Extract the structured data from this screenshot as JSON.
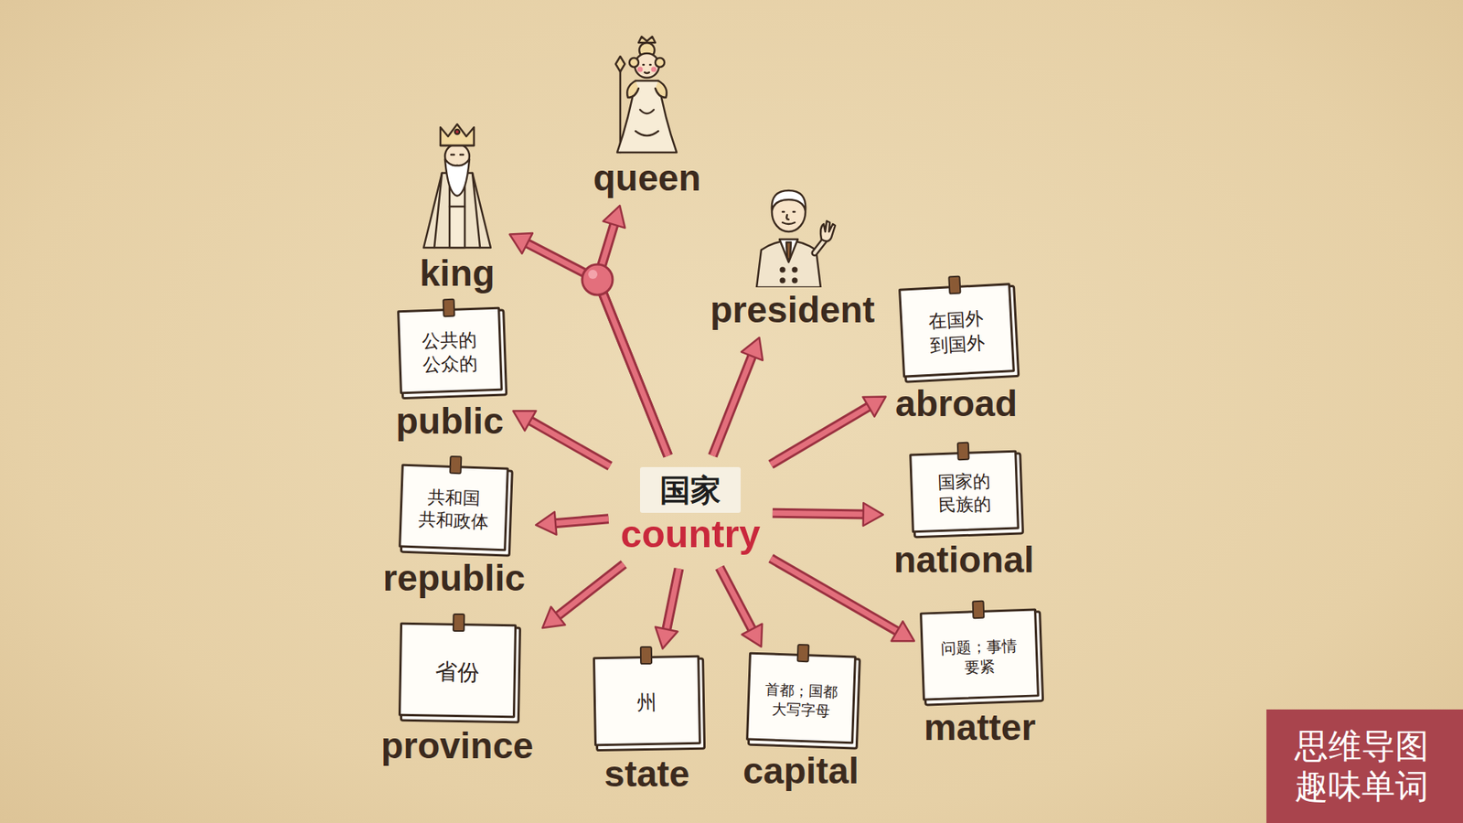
{
  "diagram": {
    "nodes": [
      {
        "text": [
          "国家",
          "country"
        ]
      },
      {
        "text": [
          "queen"
        ]
      },
      {
        "text": [
          "king"
        ]
      },
      {
        "text": [
          "president"
        ]
      },
      {
        "text": [
          "公共的 公众的",
          "public"
        ]
      },
      {
        "text": [
          "在国外 到国外",
          "abroad"
        ]
      },
      {
        "text": [
          "共和国 共和政体",
          "republic"
        ]
      },
      {
        "text": [
          "国家的 民族的",
          "national"
        ]
      },
      {
        "text": [
          "省份",
          "province"
        ]
      },
      {
        "text": [
          "州",
          "state"
        ]
      },
      {
        "text": [
          "首都；国都 大写字母",
          "capital"
        ]
      },
      {
        "text": [
          "问题；事情 要紧",
          "matter"
        ]
      }
    ],
    "edges": [
      {
        "from": 0,
        "to": 1,
        "arrow": "to"
      },
      {
        "from": 0,
        "to": 2,
        "arrow": "to"
      },
      {
        "from": 0,
        "to": 3,
        "arrow": "to"
      },
      {
        "from": 0,
        "to": 4,
        "arrow": "to"
      },
      {
        "from": 0,
        "to": 5,
        "arrow": "to"
      },
      {
        "from": 0,
        "to": 6,
        "arrow": "to"
      },
      {
        "from": 0,
        "to": 7,
        "arrow": "to"
      },
      {
        "from": 0,
        "to": 8,
        "arrow": "to"
      },
      {
        "from": 0,
        "to": 9,
        "arrow": "to"
      },
      {
        "from": 0,
        "to": 10,
        "arrow": "to"
      },
      {
        "from": 0,
        "to": 11,
        "arrow": "to"
      }
    ],
    "labels": [
      "思维导图 趣味单词"
    ]
  }
}
